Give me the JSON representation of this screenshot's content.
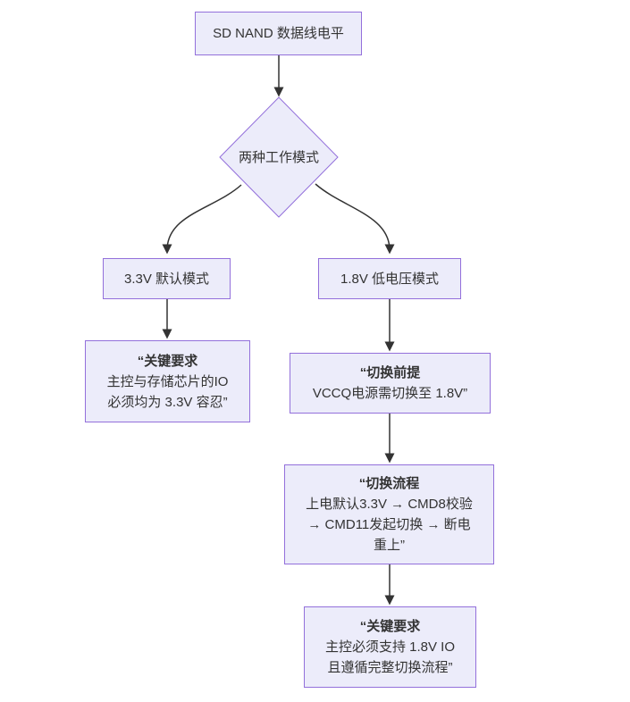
{
  "colors": {
    "background": "#ffffff",
    "node_fill": "#ECECFA",
    "node_border": "#9370DB",
    "arrow": "#333333",
    "text": "#333333"
  },
  "nodes": {
    "root": {
      "label": "SD NAND 数据线电平"
    },
    "decision": {
      "label": "两种工作模式"
    },
    "mode_default": {
      "label": "3.3V 默认模式"
    },
    "mode_lowvolt": {
      "label": "1.8V 低电压模式"
    },
    "req_33": {
      "title": "“关键要求",
      "line1": "主控与存储芯片的IO",
      "line2": "必须均为 3.3V 容忍”"
    },
    "switch_precondition": {
      "title": "“切换前提",
      "line1": "VCCQ电源需切换至 1.8V”"
    },
    "switch_process": {
      "title": "“切换流程",
      "line1": "上电默认3.3V → CMD8校验",
      "line2": "→ CMD11发起切换 → 断电",
      "line3": "重上”"
    },
    "req_18": {
      "title": "“关键要求",
      "line1": "主控必须支持 1.8V IO",
      "line2": "且遵循完整切换流程”"
    }
  }
}
